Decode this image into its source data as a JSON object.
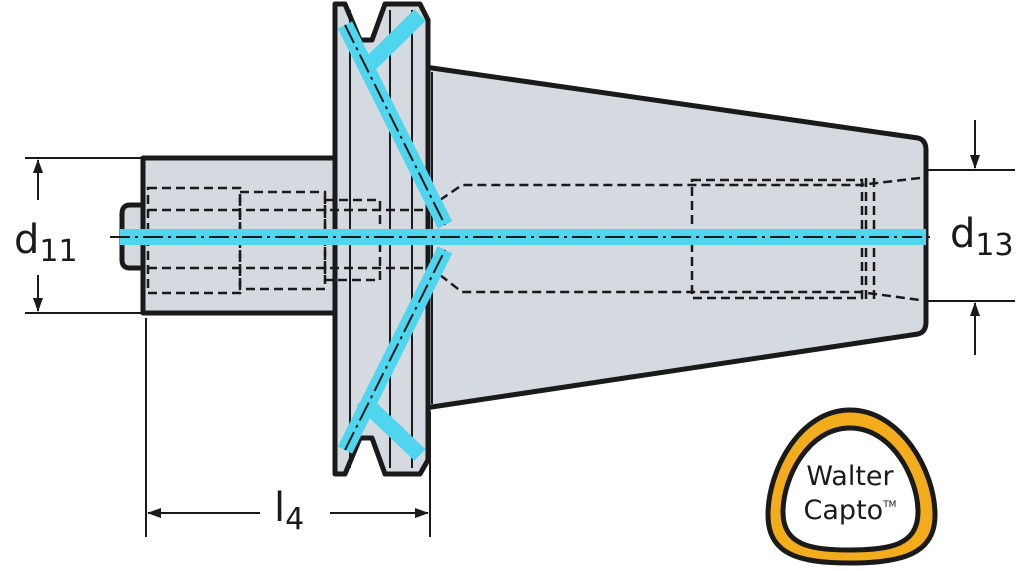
{
  "title": "Walter Capto adaptor drawing",
  "dimensions": {
    "d11": {
      "symbol": "d",
      "sub": "11"
    },
    "d13": {
      "symbol": "d",
      "sub": "13"
    },
    "l4": {
      "symbol": "l",
      "sub": "4"
    }
  },
  "logo": {
    "line1": "Walter",
    "line2": "Capto",
    "tm": "TM"
  },
  "colors": {
    "body": "#d4dadf",
    "coolant": "#4fd6ee",
    "outline": "#1a1a1a",
    "logo": "#f2ac1c"
  }
}
